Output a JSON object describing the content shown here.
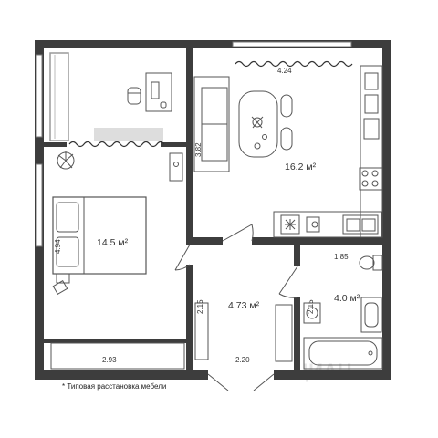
{
  "rooms": {
    "kitchen_area": "16.2 м²",
    "bedroom_area": "14.5 м²",
    "hall_area": "4.73 м²",
    "bathroom_area": "4.0 м²"
  },
  "dimensions": {
    "kitchen_top": "4.24",
    "kitchen_left": "3.82",
    "bedroom_left": "4.94",
    "bedroom_bottom": "2.93",
    "hall_left": "2.15",
    "hall_bottom": "2.20",
    "bath_top": "1.85",
    "bath_left": "2.15"
  },
  "footnote": "* Типовая расстановка мебели",
  "watermark": "ЦИАН",
  "colors": {
    "wall": "#3d3d3d",
    "furniture": "#555555",
    "balcony_glass": "#9a9a9a"
  }
}
